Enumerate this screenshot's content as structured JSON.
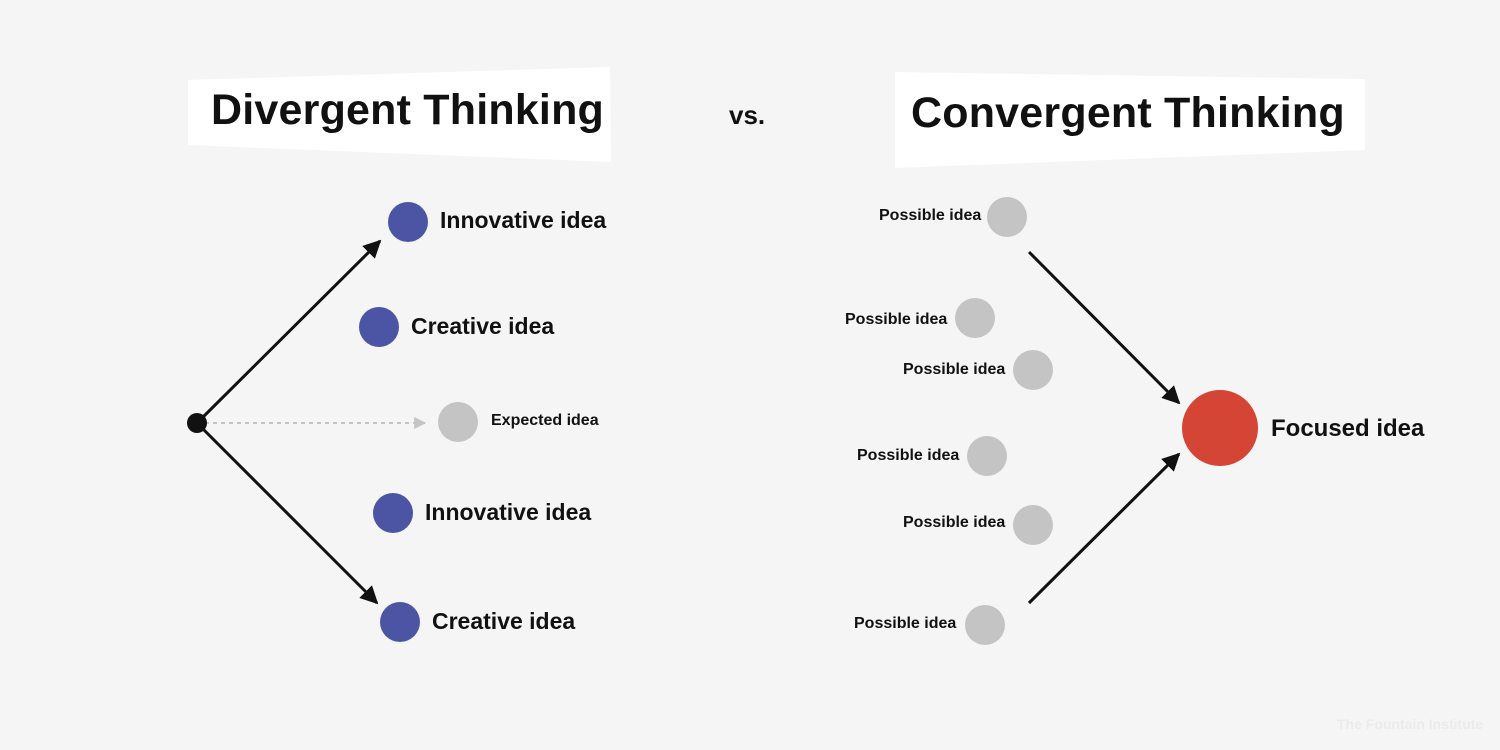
{
  "titles": {
    "divergent": "Divergent Thinking",
    "vs": "vs.",
    "convergent": "Convergent Thinking"
  },
  "divergent": {
    "ideas": [
      {
        "label": "Innovative idea",
        "kind": "outcome"
      },
      {
        "label": "Creative idea",
        "kind": "outcome"
      },
      {
        "label": "Expected idea",
        "kind": "expected"
      },
      {
        "label": "Innovative idea",
        "kind": "outcome"
      },
      {
        "label": "Creative idea",
        "kind": "outcome"
      }
    ]
  },
  "convergent": {
    "possible_ideas": [
      "Possible idea",
      "Possible idea",
      "Possible idea",
      "Possible idea",
      "Possible idea",
      "Possible idea"
    ],
    "focused": "Focused idea"
  },
  "watermark": "The Fountain Institute",
  "colors": {
    "background": "#f5f5f5",
    "outcome_node": "#4b55a3",
    "neutral_node": "#c4c4c4",
    "focused_node": "#d44535",
    "title_card": "#ffffff",
    "ink": "#111111"
  }
}
